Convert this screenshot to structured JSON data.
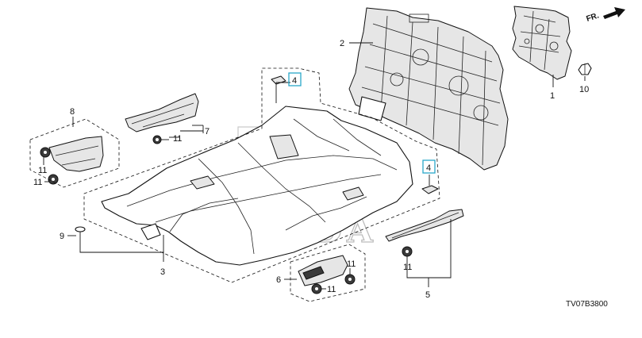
{
  "direction_label": "FR.",
  "diagram_code": "TV07B3800",
  "watermark": "HONDA",
  "callouts": {
    "c1": "1",
    "c2": "2",
    "c3": "3",
    "c4a": "4",
    "c4b": "4",
    "c5": "5",
    "c6": "6",
    "c7": "7",
    "c8": "8",
    "c9": "9",
    "c10": "10",
    "c11_side_a": "11",
    "c11_side_b": "11",
    "c11_side_c": "11",
    "c11_bottom_a": "11",
    "c11_bottom_b": "11",
    "c11_bottom_c": "11"
  },
  "colors": {
    "highlight_box": "#2aa8c8",
    "line": "#111111",
    "watermark": "#bdbdbd"
  }
}
